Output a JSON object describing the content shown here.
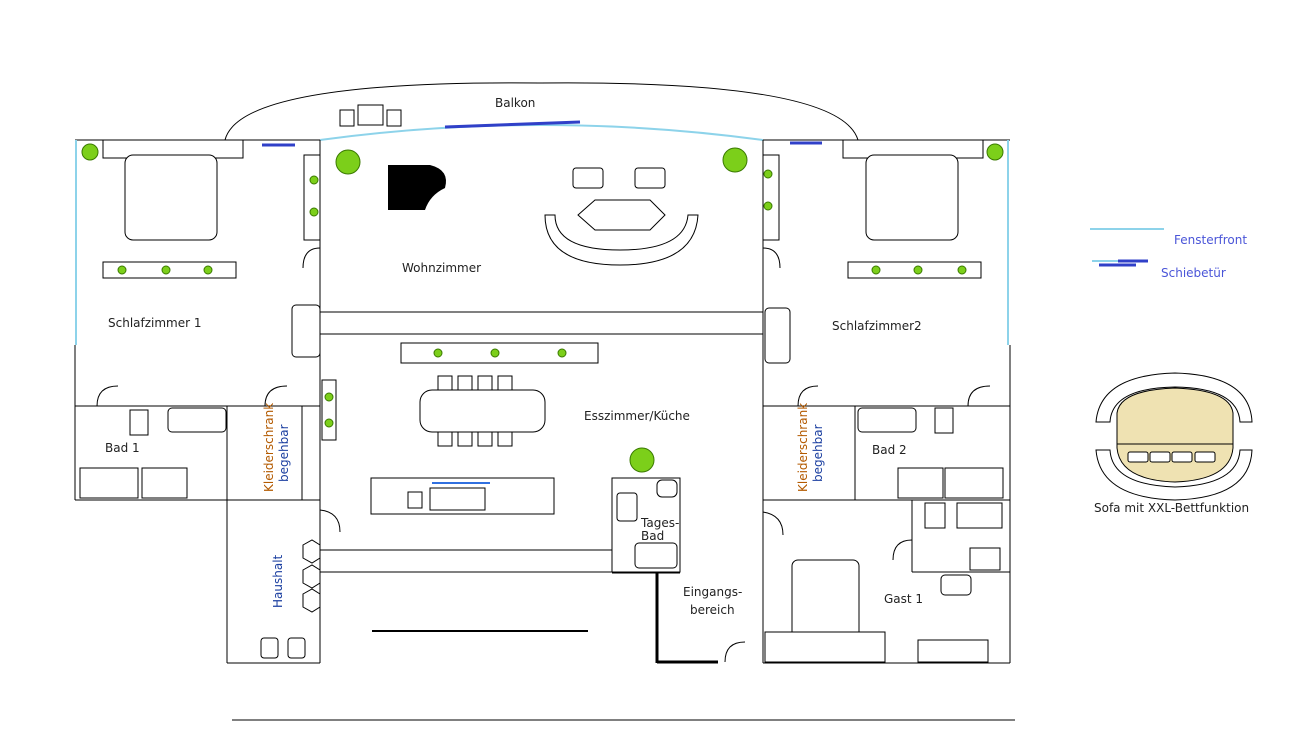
{
  "rooms": {
    "balkon": "Balkon",
    "wohnzimmer": "Wohnzimmer",
    "schlafzimmer1": "Schlafzimmer 1",
    "schlafzimmer2": "Schlafzimmer2",
    "esszimmer": "Esszimmer/Küche",
    "bad1": "Bad 1",
    "bad2": "Bad 2",
    "kleiderschrank_l1": "Kleiderschrank",
    "kleiderschrank_l2": "begehbar",
    "haushalt": "Haushalt",
    "tagesbad_1": "Tages-",
    "tagesbad_2": "Bad",
    "eingang_1": "Eingangs-",
    "eingang_2": "bereich",
    "gast": "Gast 1"
  },
  "legend": {
    "fensterfront": "Fensterfront",
    "schiebetuer": "Schiebetür",
    "sofa": "Sofa mit XXL-Bettfunktion"
  },
  "colors": {
    "window": "#8dd3ea",
    "sliding_door": "#3040c8",
    "sofa_bed": "#efe2b2",
    "plant": "#7ccf1a"
  }
}
